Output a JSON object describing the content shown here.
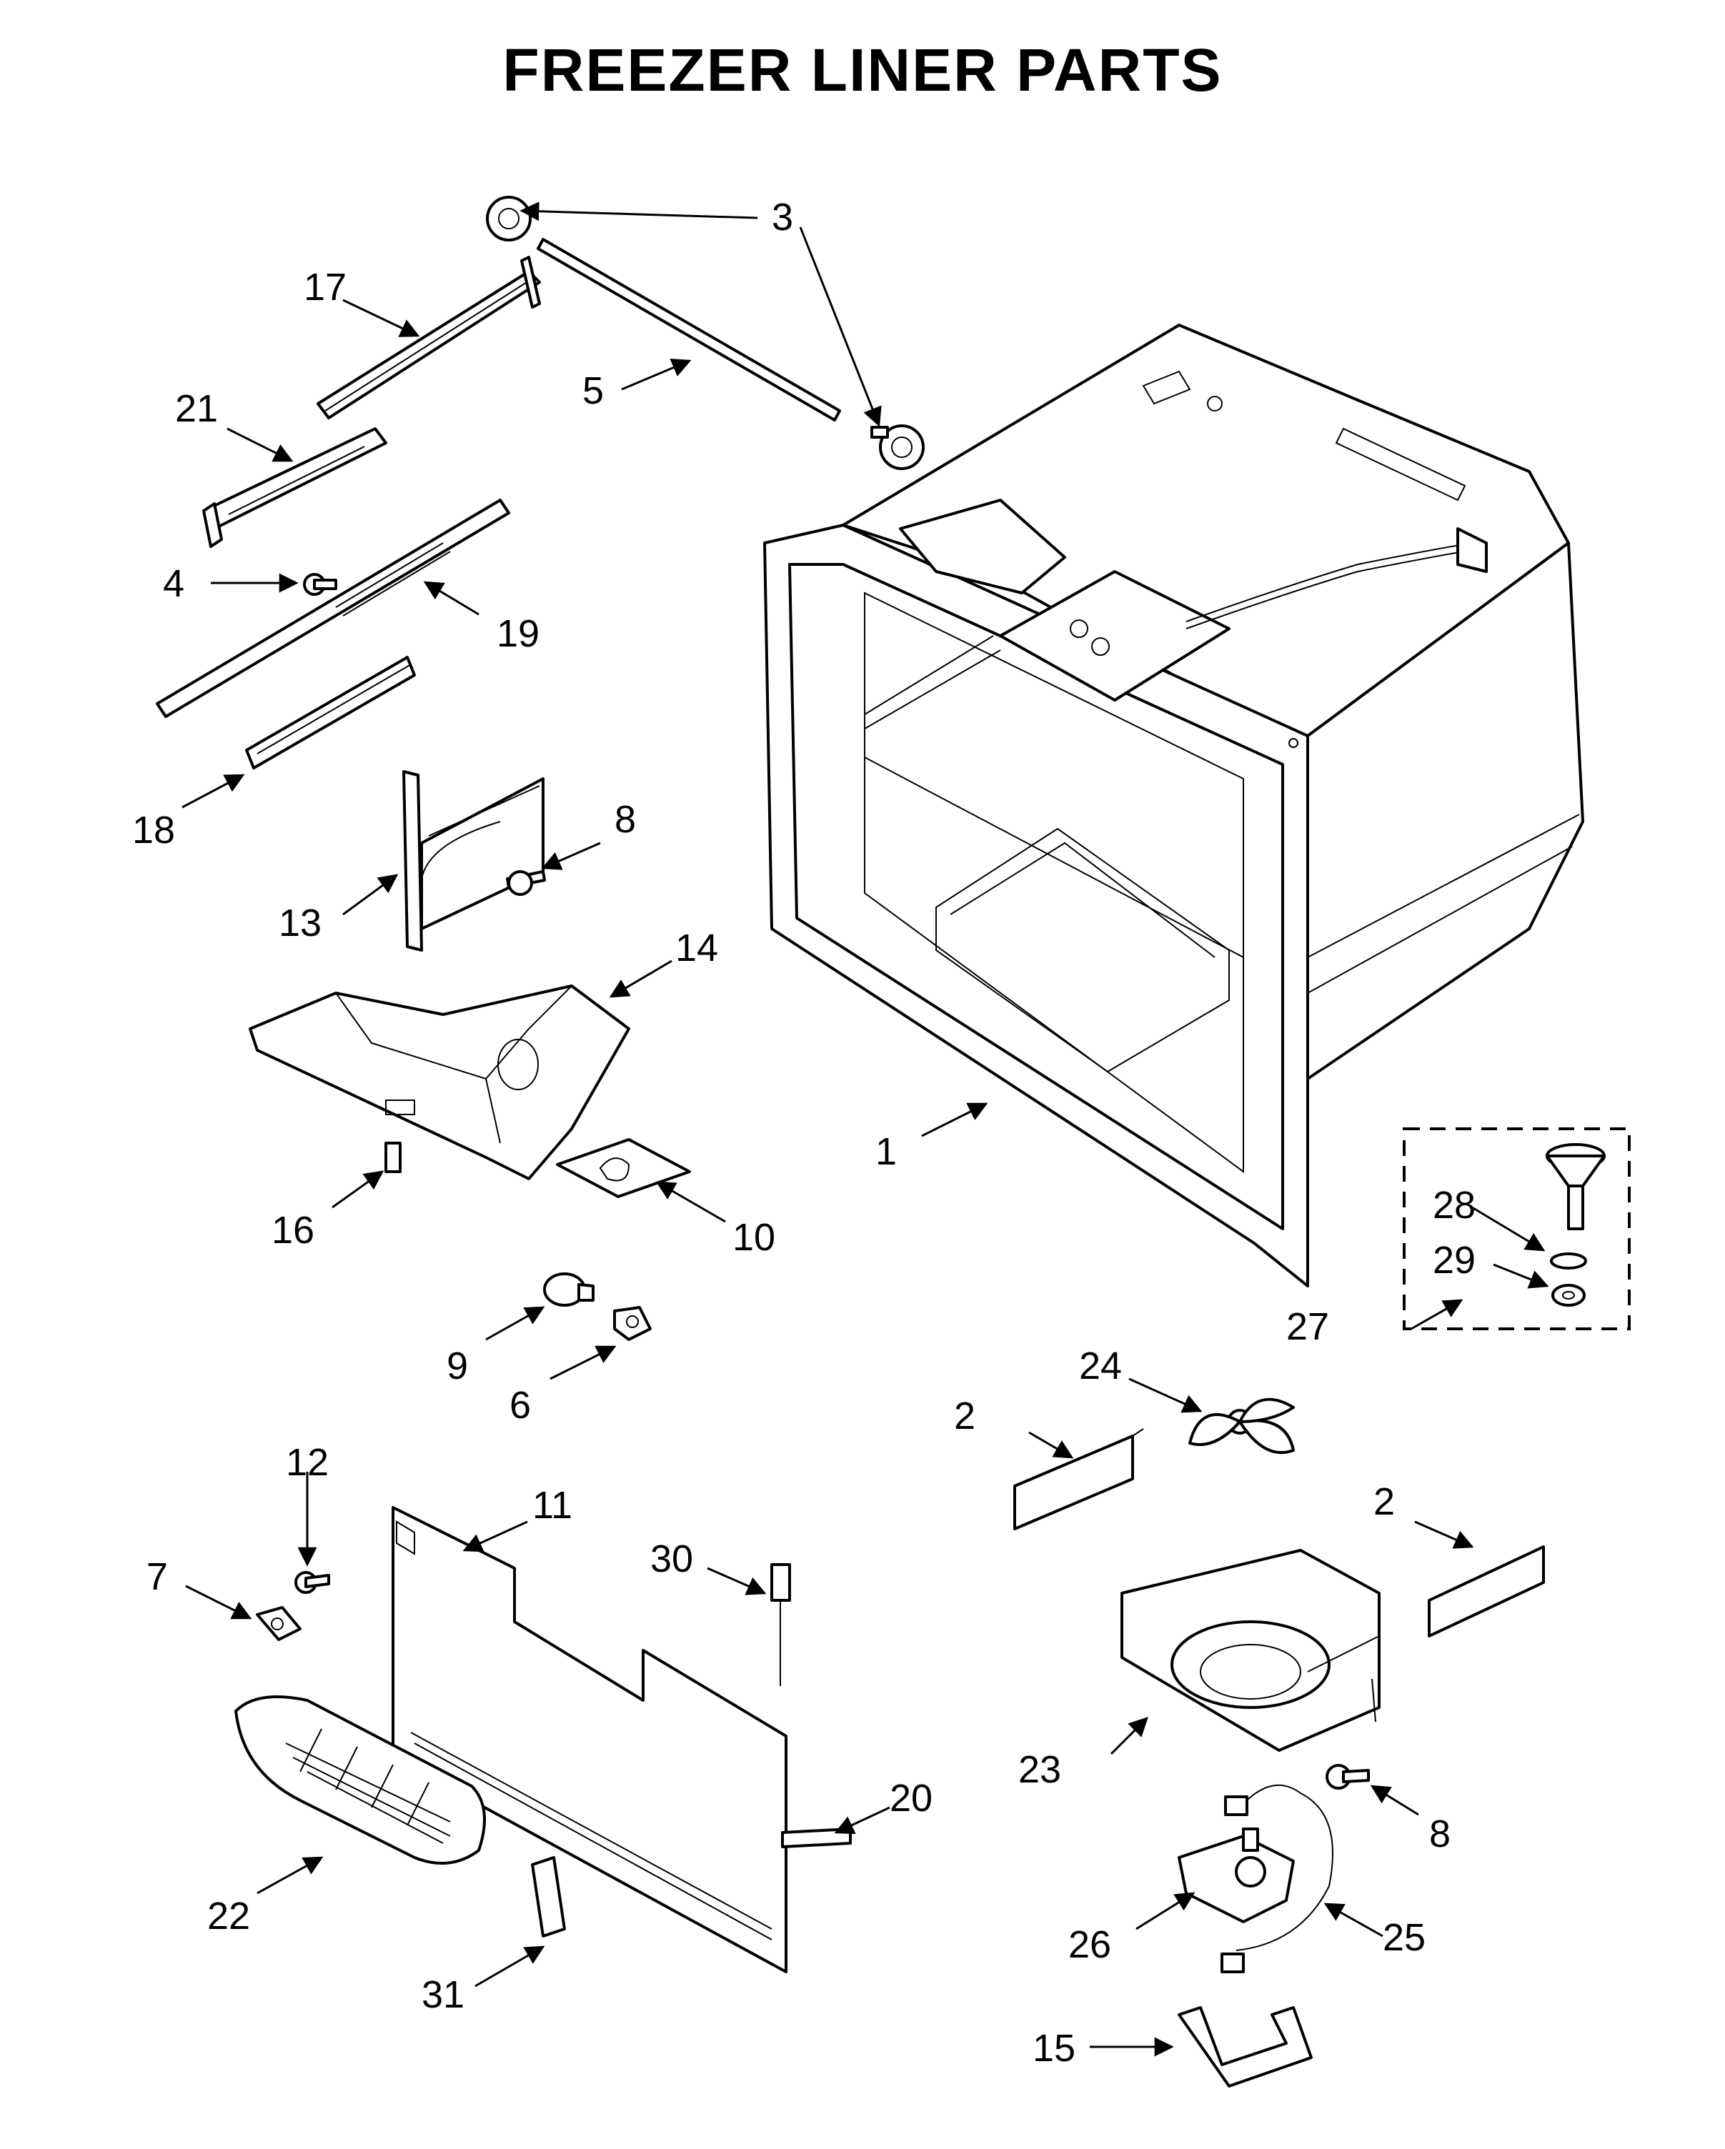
{
  "title": "FREEZER LINER PARTS",
  "callouts": [
    {
      "id": "1",
      "text": "1"
    },
    {
      "id": "2a",
      "text": "2"
    },
    {
      "id": "2b",
      "text": "2"
    },
    {
      "id": "3",
      "text": "3"
    },
    {
      "id": "4",
      "text": "4"
    },
    {
      "id": "5",
      "text": "5"
    },
    {
      "id": "6",
      "text": "6"
    },
    {
      "id": "7",
      "text": "7"
    },
    {
      "id": "8a",
      "text": "8"
    },
    {
      "id": "8b",
      "text": "8"
    },
    {
      "id": "9",
      "text": "9"
    },
    {
      "id": "10",
      "text": "10"
    },
    {
      "id": "11",
      "text": "11"
    },
    {
      "id": "12",
      "text": "12"
    },
    {
      "id": "13",
      "text": "13"
    },
    {
      "id": "14",
      "text": "14"
    },
    {
      "id": "15",
      "text": "15"
    },
    {
      "id": "16",
      "text": "16"
    },
    {
      "id": "17",
      "text": "17"
    },
    {
      "id": "18",
      "text": "18"
    },
    {
      "id": "19",
      "text": "19"
    },
    {
      "id": "20",
      "text": "20"
    },
    {
      "id": "21",
      "text": "21"
    },
    {
      "id": "22",
      "text": "22"
    },
    {
      "id": "23",
      "text": "23"
    },
    {
      "id": "24",
      "text": "24"
    },
    {
      "id": "25",
      "text": "25"
    },
    {
      "id": "26",
      "text": "26"
    },
    {
      "id": "27",
      "text": "27"
    },
    {
      "id": "28",
      "text": "28"
    },
    {
      "id": "29",
      "text": "29"
    },
    {
      "id": "30",
      "text": "30"
    },
    {
      "id": "31",
      "text": "31"
    }
  ]
}
